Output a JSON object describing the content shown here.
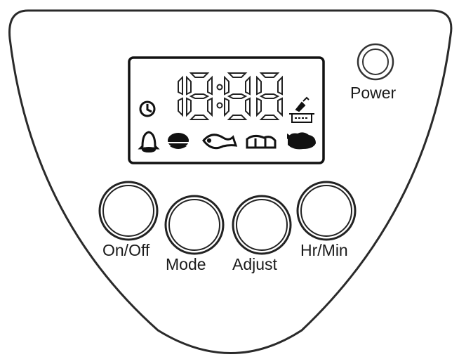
{
  "panel": {
    "display": {
      "time": "18:88",
      "icons": [
        "clock-icon",
        "bell-icon",
        "rice-icon",
        "fish-icon",
        "bread-icon",
        "bird-icon",
        "steam-pot-icon"
      ]
    },
    "power": {
      "label": "Power"
    },
    "buttons": [
      {
        "id": "on-off",
        "label": "On/Off"
      },
      {
        "id": "mode",
        "label": "Mode"
      },
      {
        "id": "adjust",
        "label": "Adjust"
      },
      {
        "id": "hr-min",
        "label": "Hr/Min"
      }
    ]
  }
}
